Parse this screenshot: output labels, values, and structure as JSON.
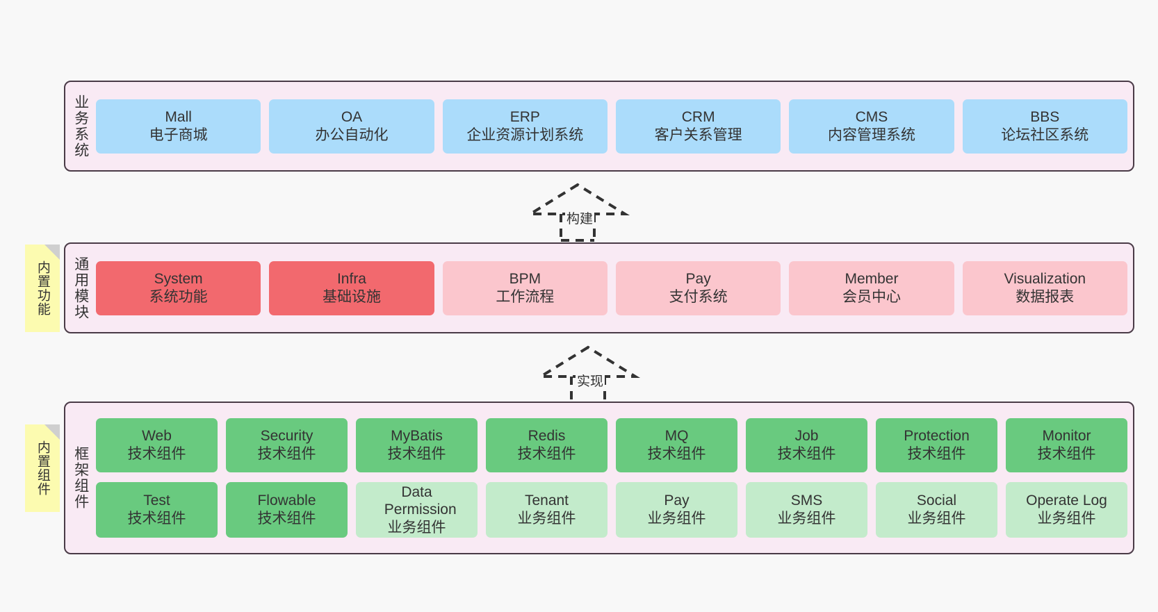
{
  "diagram": {
    "title_hidden": "",
    "colors": {
      "canvas": "#f8f8f8",
      "layer_bg": "#f9eaf4",
      "layer_border": "#4a3b47",
      "blue": "#abdcfb",
      "red": "#f2696e",
      "pink": "#fbc6cd",
      "green": "#69ca7f",
      "light_green": "#c3ebcb",
      "sticky": "#fcfbb0",
      "sticky_fold": "#cfcfcf",
      "text": "#333333"
    }
  },
  "layers": [
    {
      "id": "business-systems",
      "title": "业务系统",
      "rows": [
        {
          "nodes": [
            {
              "en": "Mall",
              "cn": "电子商城",
              "color": "blue"
            },
            {
              "en": "OA",
              "cn": "办公自动化",
              "color": "blue"
            },
            {
              "en": "ERP",
              "cn": "企业资源计划系统",
              "color": "blue"
            },
            {
              "en": "CRM",
              "cn": "客户关系管理",
              "color": "blue"
            },
            {
              "en": "CMS",
              "cn": "内容管理系统",
              "color": "blue"
            },
            {
              "en": "BBS",
              "cn": "论坛社区系统",
              "color": "blue"
            }
          ]
        }
      ]
    },
    {
      "id": "common-modules",
      "title": "通用模块",
      "sticky": "内置功能",
      "rows": [
        {
          "nodes": [
            {
              "en": "System",
              "cn": "系统功能",
              "color": "red"
            },
            {
              "en": "Infra",
              "cn": "基础设施",
              "color": "red"
            },
            {
              "en": "BPM",
              "cn": "工作流程",
              "color": "pink"
            },
            {
              "en": "Pay",
              "cn": "支付系统",
              "color": "pink"
            },
            {
              "en": "Member",
              "cn": "会员中心",
              "color": "pink"
            },
            {
              "en": "Visualization",
              "cn": "数据报表",
              "color": "pink"
            }
          ]
        }
      ]
    },
    {
      "id": "framework-components",
      "title": "框架组件",
      "sticky": "内置组件",
      "rows": [
        {
          "nodes": [
            {
              "en": "Web",
              "cn": "技术组件",
              "color": "green"
            },
            {
              "en": "Security",
              "cn": "技术组件",
              "color": "green"
            },
            {
              "en": "MyBatis",
              "cn": "技术组件",
              "color": "green"
            },
            {
              "en": "Redis",
              "cn": "技术组件",
              "color": "green"
            },
            {
              "en": "MQ",
              "cn": "技术组件",
              "color": "green"
            },
            {
              "en": "Job",
              "cn": "技术组件",
              "color": "green"
            },
            {
              "en": "Protection",
              "cn": "技术组件",
              "color": "green"
            },
            {
              "en": "Monitor",
              "cn": "技术组件",
              "color": "green"
            }
          ]
        },
        {
          "nodes": [
            {
              "en": "Test",
              "cn": "技术组件",
              "color": "green"
            },
            {
              "en": "Flowable",
              "cn": "技术组件",
              "color": "green"
            },
            {
              "en": "Data Permission",
              "cn": "业务组件",
              "color": "lightgreen"
            },
            {
              "en": "Tenant",
              "cn": "业务组件",
              "color": "lightgreen"
            },
            {
              "en": "Pay",
              "cn": "业务组件",
              "color": "lightgreen"
            },
            {
              "en": "SMS",
              "cn": "业务组件",
              "color": "lightgreen"
            },
            {
              "en": "Social",
              "cn": "业务组件",
              "color": "lightgreen"
            },
            {
              "en": "Operate Log",
              "cn": "业务组件",
              "color": "lightgreen"
            }
          ]
        }
      ]
    }
  ],
  "connectors": [
    {
      "id": "build",
      "label": "构建",
      "from": "common-modules",
      "to": "business-systems"
    },
    {
      "id": "implement",
      "label": "实现",
      "from": "framework-components",
      "to": "common-modules"
    }
  ]
}
